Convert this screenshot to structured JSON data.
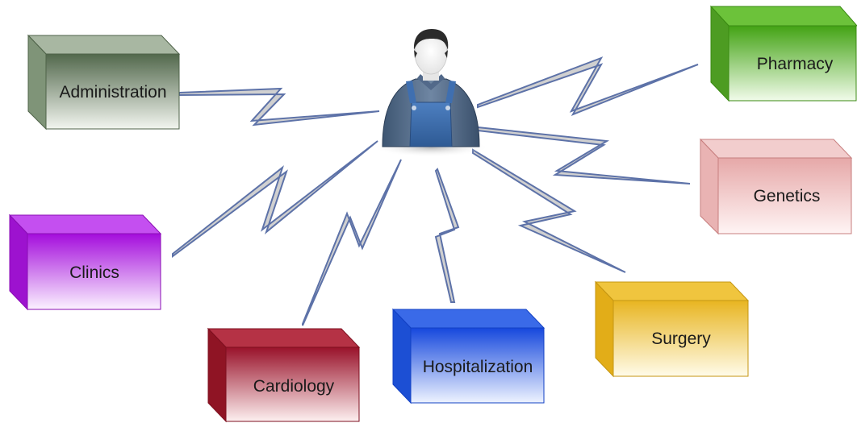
{
  "diagram": {
    "central_figure": {
      "icon": "worker-avatar-icon"
    },
    "departments": [
      {
        "id": "administration",
        "label": "Administration",
        "color": "#5f7a5a"
      },
      {
        "id": "pharmacy",
        "label": "Pharmacy",
        "color": "#4fae1e"
      },
      {
        "id": "genetics",
        "label": "Genetics",
        "color": "#e3a0a0"
      },
      {
        "id": "clinics",
        "label": "Clinics",
        "color": "#b113e6"
      },
      {
        "id": "cardiology",
        "label": "Cardiology",
        "color": "#a3172b"
      },
      {
        "id": "hospitalization",
        "label": "Hospitalization",
        "color": "#1e55e0"
      },
      {
        "id": "surgery",
        "label": "Surgery",
        "color": "#e7b62c"
      }
    ],
    "connector_style": "lightning-bolt"
  }
}
